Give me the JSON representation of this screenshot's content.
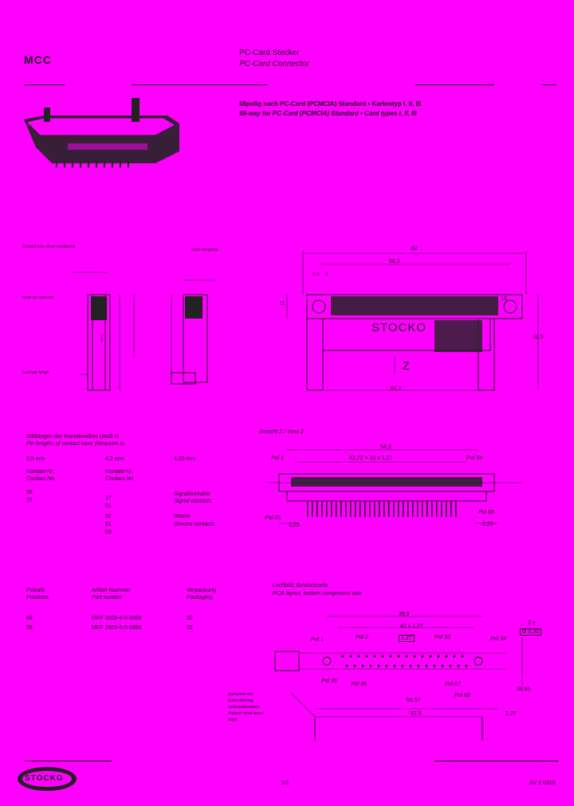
{
  "header": {
    "series": "MCC",
    "title_de": "PC-Card Stecker",
    "title_en": "PC-Card Connector"
  },
  "subtitle": {
    "de": "68polig nach PC-Card (PCMCIA) Standard • Kartentyp I, II, III",
    "en": "68-way for PC-Card (PCMCIA) Standard • Card types I, II, III"
  },
  "side_view": {
    "callout_1": "Contact row, sheet numbering",
    "callout_2": "Hook for card slot",
    "callout_3": "Lead pin length",
    "note_right": "Card slot guide"
  },
  "front_view": {
    "dim_62": "62",
    "dim_56_2": "56,2",
    "dim_2x": "2 x",
    "dim_3": "3",
    "dim_11": "11",
    "dim_13": "13",
    "dim_32_5": "32,5",
    "dim_51_2": "51,2",
    "logo_text": "STOCKO",
    "z_label": "Z"
  },
  "view_z": {
    "heading": "Ansicht Z / View Z",
    "dim_54_3": "54,3",
    "dim_pitch": "42,72 = 33 x 1,27",
    "pol_1": "Pol 1",
    "pol_34": "Pol 34",
    "pol_35": "Pol 35",
    "pol_68": "Pol 68",
    "dim_3_25": "3,25",
    "dim_2_25": "2,25"
  },
  "contact_table": {
    "heading_de": "Stiftlängen der Kontaktreihen (Maß x)",
    "heading_en": "Pin lengths of contact rows (Measure x)",
    "col_1": "3,5 mm",
    "col_2": "4,2 mm",
    "col_3": "4,25 mm",
    "header_de_1": "Kontakt-Nr.",
    "header_en_1": "Contact No.",
    "header_de_2": "Kontakt-Nr.",
    "header_en_2": "Contact No.",
    "row_values_1": [
      "36",
      "37"
    ],
    "row_values_2": [
      "17",
      "51",
      "52",
      "61",
      "68"
    ],
    "label_1_de": "Signalkontakte",
    "label_1_en": "Signal contacts",
    "label_2_de": "Masse",
    "label_2_en": "Ground contacts"
  },
  "order_table": {
    "h1_de": "Polzahl",
    "h1_en": "Positions",
    "h2_de": "Artikel-Nummer",
    "h2_en": "Part number",
    "h3_de": "Verpackung",
    "h3_en": "Packaging",
    "rows": [
      {
        "pos": "68",
        "part": "MKF 3608-6-0-6868",
        "pack": "30"
      },
      {
        "pos": "68",
        "part": "MKF 3609-6-0-6868",
        "pack": "32"
      }
    ]
  },
  "pcb_layout": {
    "heading_de": "Lochbild, Bestückseite",
    "heading_en": "PCB layout, bottom component side",
    "dim_39": "39,9",
    "dim_pitch": "42 x 1,27",
    "dim_2x": "2 x",
    "dim_dia": "Ø 0,35",
    "dim_127": "1,27",
    "pol_1": "Pol 1",
    "pol_2": "Pol 2",
    "pol_33": "Pol 33",
    "pol_34": "Pol 34",
    "pol_35": "Pol 35",
    "pol_36": "Pol 36",
    "pol_67": "Pol 67",
    "pol_68": "Pol 68",
    "dim_56_57": "56,57",
    "dim_57_5": "57,5",
    "dim_38": "38,85",
    "dim_2_27": "2,27",
    "notes": [
      "Aufnahme der",
      "Kartenführung",
      "Leiterplattenkante",
      "Printed circuit board",
      "edge"
    ]
  },
  "footer": {
    "logo": "STOCKO",
    "page": "1/1",
    "code": "SV 2 0310"
  }
}
